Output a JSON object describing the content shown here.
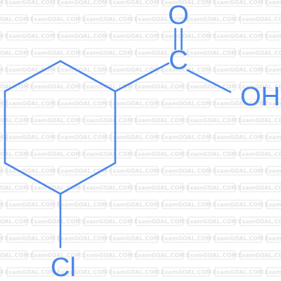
{
  "colors": {
    "structure": "#4a86e8",
    "watermark": "#e4e4e4",
    "background": "#ffffff"
  },
  "watermark": {
    "text": "ExamGOAL.COM"
  },
  "atoms": {
    "oxygen_double": "O",
    "carbonyl_carbon": "C",
    "hydroxyl": "OH",
    "chlorine": "Cl"
  }
}
